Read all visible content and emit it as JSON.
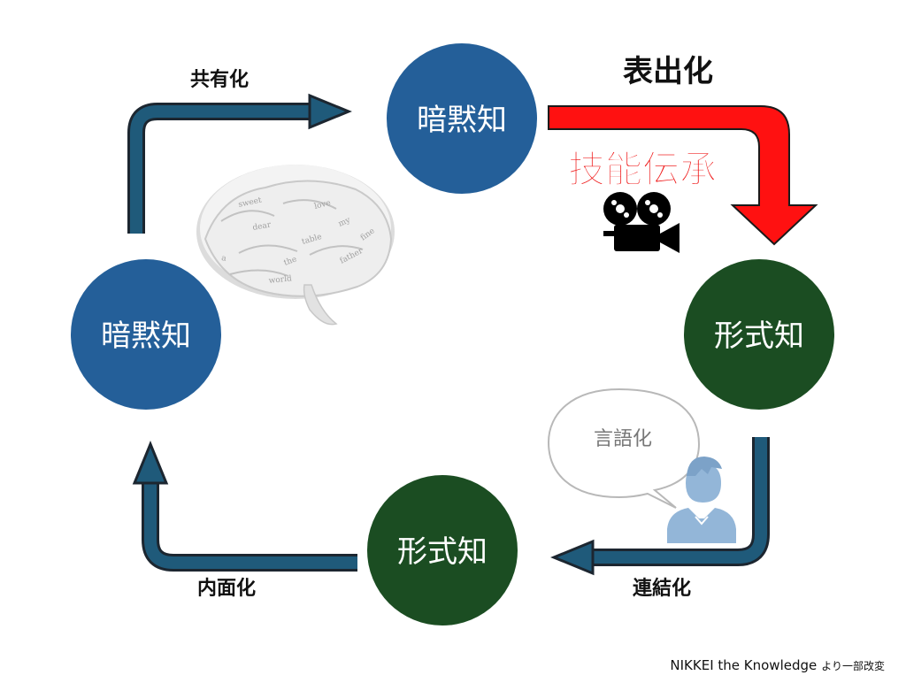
{
  "nodes": {
    "top_tacit": {
      "label": "暗黙知",
      "color": "#245f99"
    },
    "left_tacit": {
      "label": "暗黙知",
      "color": "#245f99"
    },
    "right_explicit": {
      "label": "形式知",
      "color": "#1b4d22"
    },
    "bottom_explicit": {
      "label": "形式知",
      "color": "#1b4d22"
    }
  },
  "processes": {
    "socialization": "共有化",
    "externalization": "表出化",
    "combination": "連結化",
    "internalization": "内面化"
  },
  "emphasis": {
    "label": "技能伝承",
    "color": "#ff0000"
  },
  "speech_bubble": {
    "label": "言語化"
  },
  "brain_words": [
    "sweet",
    "the",
    "father",
    "table",
    "my",
    "dear",
    "a",
    "love",
    "world",
    "fine"
  ],
  "source": {
    "label": "NIKKEI the Knowledge",
    "suffix": "より一部改変"
  },
  "icons": {
    "brain": "brain-paper-icon",
    "camera": "movie-camera-icon",
    "person": "person-icon"
  },
  "colors": {
    "cycle_arrow": "#1f5a7a",
    "person": "#93b6d8"
  }
}
